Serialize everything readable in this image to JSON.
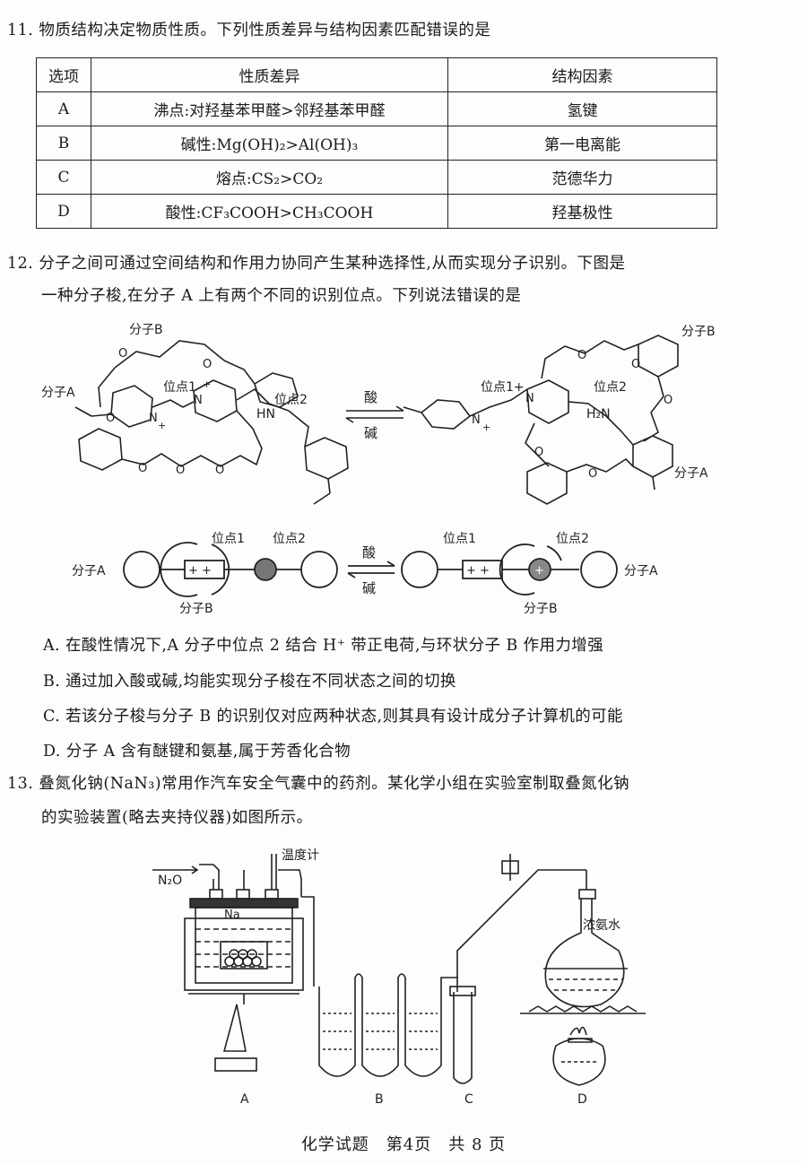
{
  "q11": {
    "stem": "11. 物质结构决定物质性质。下列性质差异与结构因素匹配错误的是",
    "headers": [
      "选项",
      "性质差异",
      "结构因素"
    ],
    "rows": [
      [
        "A",
        "沸点:对羟基苯甲醛>邻羟基苯甲醛",
        "氢键"
      ],
      [
        "B",
        "碱性:Mg(OH)₂>Al(OH)₃",
        "第一电离能"
      ],
      [
        "C",
        "熔点:CS₂>CO₂",
        "范德华力"
      ],
      [
        "D",
        "酸性:CF₃COOH>CH₃COOH",
        "羟基极性"
      ]
    ]
  },
  "q12": {
    "stem_line1": "12. 分子之间可通过空间结构和作用力协同产生某种选择性,从而实现分子识别。下图是",
    "stem_line2": "一种分子梭,在分子 A 上有两个不同的识别位点。下列说法错误的是",
    "labels": {
      "mol_a": "分子A",
      "mol_b": "分子B",
      "site1": "位点1",
      "site2": "位点2",
      "site1_plus": "位点1+",
      "acid": "酸",
      "base": "碱",
      "hn": "HN",
      "h2n": "H₂N",
      "n_plus": "N",
      "o": "O",
      "plus": "+",
      "plusplus": "+ +"
    },
    "options": [
      "A. 在酸性情况下,A 分子中位点 2 结合 H⁺ 带正电荷,与环状分子 B 作用力增强",
      "B. 通过加入酸或碱,均能实现分子梭在不同状态之间的切换",
      "C. 若该分子梭与分子 B 的识别仅对应两种状态,则其具有设计成分子计算机的可能",
      "D. 分子 A 含有醚键和氨基,属于芳香化合物"
    ]
  },
  "q13": {
    "stem_line1": "13. 叠氮化钠(NaN₃)常用作汽车安全气囊中的药剂。某化学小组在实验室制取叠氮化钠",
    "stem_line2": "的实验装置(略去夹持仪器)如图所示。",
    "labels": {
      "n2o": "N₂O",
      "thermometer": "温度计",
      "na": "Na",
      "ammonia": "浓氨水",
      "a": "A",
      "b": "B",
      "c": "C",
      "d": "D"
    }
  },
  "footer": "化学试题　第4页　共 8 页"
}
